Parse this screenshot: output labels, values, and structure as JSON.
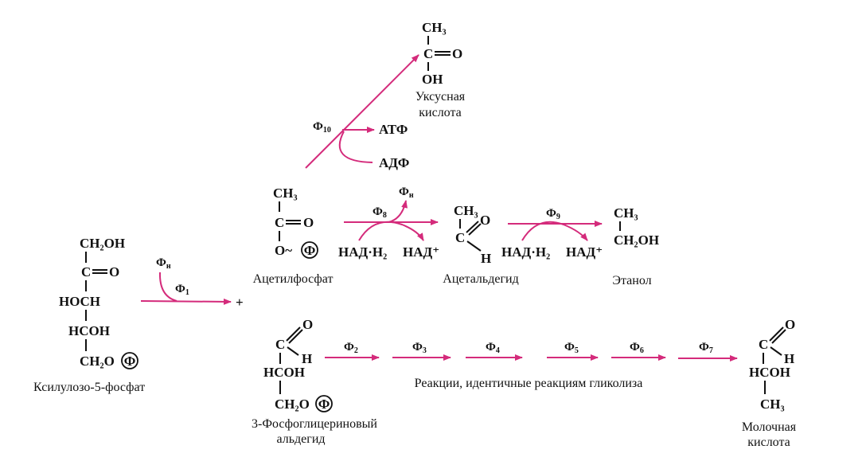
{
  "colors": {
    "arrow": "#d42b7b",
    "text": "#111111"
  },
  "phosphate_symbol": "Ф",
  "acetic_acid": {
    "ch3": "CH₃",
    "c": "C",
    "o": "O",
    "oh": "OH",
    "name_line1": "Уксусная",
    "name_line2": "кислота"
  },
  "enzymes": {
    "f10": {
      "main": "Ф",
      "sub": "10"
    },
    "fn_top": {
      "main": "Ф",
      "sub": "н"
    },
    "fn_left": {
      "main": "Ф",
      "sub": "н"
    },
    "f1": {
      "main": "Ф",
      "sub": "1"
    },
    "f8": {
      "main": "Ф",
      "sub": "8"
    },
    "f9": {
      "main": "Ф",
      "sub": "9"
    },
    "f2": {
      "main": "Ф",
      "sub": "2"
    },
    "f3": {
      "main": "Ф",
      "sub": "3"
    },
    "f4": {
      "main": "Ф",
      "sub": "4"
    },
    "f5": {
      "main": "Ф",
      "sub": "5"
    },
    "f6": {
      "main": "Ф",
      "sub": "6"
    },
    "f7": {
      "main": "Ф",
      "sub": "7"
    }
  },
  "atp": "АТФ",
  "adp": "АДФ",
  "acetylphosphate": {
    "ch3": "CH₃",
    "c": "C",
    "o": "O",
    "o_link": "O~",
    "name": "Ацетилфосфат"
  },
  "nadh_1": "НАД·Н₂",
  "nad_1": "НАД⁺",
  "nadh_2": "НАД·Н₂",
  "nad_2": "НАД⁺",
  "acetaldehyde": {
    "ch3": "CH₃",
    "c": "C",
    "o": "O",
    "h": "H",
    "name": "Ацетальдегид"
  },
  "ethanol": {
    "ch3": "CH₃",
    "ch2oh": "CH₂OH",
    "name": "Этанол"
  },
  "xylulose": {
    "ch2oh": "CH₂OH",
    "c": "C",
    "o": "O",
    "hoch": "HOCH",
    "hcoh": "HCOH",
    "ch2o": "CH₂O",
    "name": "Ксилулозо-5-фосфат"
  },
  "plus": "+",
  "pga": {
    "o": "O",
    "c": "C",
    "h": "H",
    "hcoh": "HCOH",
    "ch2o": "CH₂O",
    "name_line1": "3-Фосфоглицериновый",
    "name_line2": "альдегид"
  },
  "glycolysis_note": "Реакции, идентичные реакциям гликолиза",
  "lactate": {
    "o": "O",
    "c": "C",
    "h": "H",
    "hcoh": "HCOH",
    "ch3": "CH₃",
    "name_line1": "Молочная",
    "name_line2": "кислота"
  }
}
